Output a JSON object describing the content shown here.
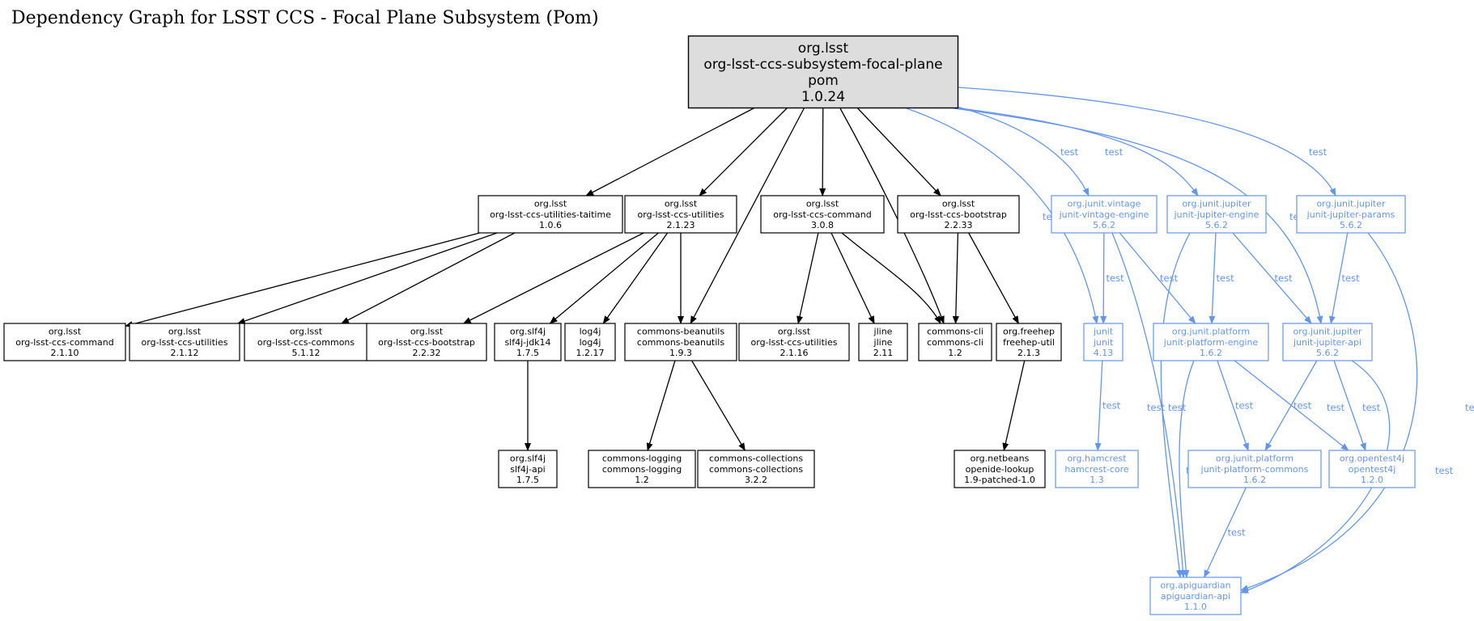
{
  "title": "Dependency Graph for LSST CCS - Focal Plane Subsystem (Pom)",
  "colors": {
    "compile": "#000000",
    "test": "#6495ED",
    "root_fill": "#DDDDDD"
  },
  "root": {
    "id": "root",
    "lines": [
      "org.lsst",
      "org-lsst-ccs-subsystem-focal-plane",
      "pom",
      "1.0.24"
    ]
  },
  "nodes": [
    {
      "id": "taitime",
      "scope": "compile",
      "lines": [
        "org.lsst",
        "org-lsst-ccs-utilities-taitime",
        "1.0.6"
      ]
    },
    {
      "id": "util2123",
      "scope": "compile",
      "lines": [
        "org.lsst",
        "org-lsst-ccs-utilities",
        "2.1.23"
      ]
    },
    {
      "id": "cmd308",
      "scope": "compile",
      "lines": [
        "org.lsst",
        "org-lsst-ccs-command",
        "3.0.8"
      ]
    },
    {
      "id": "boot2233",
      "scope": "compile",
      "lines": [
        "org.lsst",
        "org-lsst-ccs-bootstrap",
        "2.2.33"
      ]
    },
    {
      "id": "vintage",
      "scope": "test",
      "lines": [
        "org.junit.vintage",
        "junit-vintage-engine",
        "5.6.2"
      ]
    },
    {
      "id": "jupeng",
      "scope": "test",
      "lines": [
        "org.junit.jupiter",
        "junit-jupiter-engine",
        "5.6.2"
      ]
    },
    {
      "id": "params",
      "scope": "test",
      "lines": [
        "org.junit.jupiter",
        "junit-jupiter-params",
        "5.6.2"
      ]
    },
    {
      "id": "cmd2110",
      "scope": "compile",
      "lines": [
        "org.lsst",
        "org-lsst-ccs-command",
        "2.1.10"
      ]
    },
    {
      "id": "util2112",
      "scope": "compile",
      "lines": [
        "org.lsst",
        "org-lsst-ccs-utilities",
        "2.1.12"
      ]
    },
    {
      "id": "commons5112",
      "scope": "compile",
      "lines": [
        "org.lsst",
        "org-lsst-ccs-commons",
        "5.1.12"
      ]
    },
    {
      "id": "boot2232",
      "scope": "compile",
      "lines": [
        "org.lsst",
        "org-lsst-ccs-bootstrap",
        "2.2.32"
      ]
    },
    {
      "id": "slf4jjdk",
      "scope": "compile",
      "lines": [
        "org.slf4j",
        "slf4j-jdk14",
        "1.7.5"
      ]
    },
    {
      "id": "log4j",
      "scope": "compile",
      "lines": [
        "log4j",
        "log4j",
        "1.2.17"
      ]
    },
    {
      "id": "beanutils",
      "scope": "compile",
      "lines": [
        "commons-beanutils",
        "commons-beanutils",
        "1.9.3"
      ]
    },
    {
      "id": "util2116",
      "scope": "compile",
      "lines": [
        "org.lsst",
        "org-lsst-ccs-utilities",
        "2.1.16"
      ]
    },
    {
      "id": "jline",
      "scope": "compile",
      "lines": [
        "jline",
        "jline",
        "2.11"
      ]
    },
    {
      "id": "cli",
      "scope": "compile",
      "lines": [
        "commons-cli",
        "commons-cli",
        "1.2"
      ]
    },
    {
      "id": "freehep",
      "scope": "compile",
      "lines": [
        "org.freehep",
        "freehep-util",
        "2.1.3"
      ]
    },
    {
      "id": "junit",
      "scope": "test",
      "lines": [
        "junit",
        "junit",
        "4.13"
      ]
    },
    {
      "id": "platengine",
      "scope": "test",
      "lines": [
        "org.junit.platform",
        "junit-platform-engine",
        "1.6.2"
      ]
    },
    {
      "id": "jupapi",
      "scope": "test",
      "lines": [
        "org.junit.jupiter",
        "junit-jupiter-api",
        "5.6.2"
      ]
    },
    {
      "id": "slf4japi",
      "scope": "compile",
      "lines": [
        "org.slf4j",
        "slf4j-api",
        "1.7.5"
      ]
    },
    {
      "id": "logging",
      "scope": "compile",
      "lines": [
        "commons-logging",
        "commons-logging",
        "1.2"
      ]
    },
    {
      "id": "collections",
      "scope": "compile",
      "lines": [
        "commons-collections",
        "commons-collections",
        "3.2.2"
      ]
    },
    {
      "id": "openide",
      "scope": "compile",
      "lines": [
        "org.netbeans",
        "openide-lookup",
        "1.9-patched-1.0"
      ]
    },
    {
      "id": "hamcrest",
      "scope": "test",
      "lines": [
        "org.hamcrest",
        "hamcrest-core",
        "1.3"
      ]
    },
    {
      "id": "platcommons",
      "scope": "test",
      "lines": [
        "org.junit.platform",
        "junit-platform-commons",
        "1.6.2"
      ]
    },
    {
      "id": "opentest4j",
      "scope": "test",
      "lines": [
        "org.opentest4j",
        "opentest4j",
        "1.2.0"
      ]
    },
    {
      "id": "apiguardian",
      "scope": "test",
      "lines": [
        "org.apiguardian",
        "apiguardian-api",
        "1.1.0"
      ]
    }
  ],
  "edges": [
    {
      "from": "root",
      "to": "taitime",
      "scope": "compile",
      "label": ""
    },
    {
      "from": "root",
      "to": "util2123",
      "scope": "compile",
      "label": ""
    },
    {
      "from": "root",
      "to": "beanutils",
      "scope": "compile",
      "label": ""
    },
    {
      "from": "root",
      "to": "cmd308",
      "scope": "compile",
      "label": ""
    },
    {
      "from": "root",
      "to": "cli",
      "scope": "compile",
      "label": ""
    },
    {
      "from": "root",
      "to": "boot2233",
      "scope": "compile",
      "label": ""
    },
    {
      "from": "root",
      "to": "junit",
      "scope": "test",
      "label": "test"
    },
    {
      "from": "root",
      "to": "vintage",
      "scope": "test",
      "label": "test"
    },
    {
      "from": "root",
      "to": "jupeng",
      "scope": "test",
      "label": "test"
    },
    {
      "from": "root",
      "to": "jupapi",
      "scope": "test",
      "label": "test"
    },
    {
      "from": "root",
      "to": "params",
      "scope": "test",
      "label": "test"
    },
    {
      "from": "taitime",
      "to": "cmd2110",
      "scope": "compile",
      "label": ""
    },
    {
      "from": "taitime",
      "to": "util2112",
      "scope": "compile",
      "label": ""
    },
    {
      "from": "taitime",
      "to": "commons5112",
      "scope": "compile",
      "label": ""
    },
    {
      "from": "util2123",
      "to": "boot2232",
      "scope": "compile",
      "label": ""
    },
    {
      "from": "util2123",
      "to": "slf4jjdk",
      "scope": "compile",
      "label": ""
    },
    {
      "from": "util2123",
      "to": "log4j",
      "scope": "compile",
      "label": ""
    },
    {
      "from": "util2123",
      "to": "beanutils",
      "scope": "compile",
      "label": ""
    },
    {
      "from": "cmd308",
      "to": "util2116",
      "scope": "compile",
      "label": ""
    },
    {
      "from": "cmd308",
      "to": "jline",
      "scope": "compile",
      "label": ""
    },
    {
      "from": "cmd308",
      "to": "cli",
      "scope": "compile",
      "label": ""
    },
    {
      "from": "boot2233",
      "to": "cli",
      "scope": "compile",
      "label": ""
    },
    {
      "from": "boot2233",
      "to": "freehep",
      "scope": "compile",
      "label": ""
    },
    {
      "from": "slf4jjdk",
      "to": "slf4japi",
      "scope": "compile",
      "label": ""
    },
    {
      "from": "beanutils",
      "to": "logging",
      "scope": "compile",
      "label": ""
    },
    {
      "from": "beanutils",
      "to": "collections",
      "scope": "compile",
      "label": ""
    },
    {
      "from": "freehep",
      "to": "openide",
      "scope": "compile",
      "label": ""
    },
    {
      "from": "vintage",
      "to": "junit",
      "scope": "test",
      "label": "test"
    },
    {
      "from": "vintage",
      "to": "platengine",
      "scope": "test",
      "label": "test"
    },
    {
      "from": "vintage",
      "to": "apiguardian",
      "scope": "test",
      "label": "test"
    },
    {
      "from": "jupeng",
      "to": "platengine",
      "scope": "test",
      "label": "test"
    },
    {
      "from": "jupeng",
      "to": "jupapi",
      "scope": "test",
      "label": "test"
    },
    {
      "from": "jupeng",
      "to": "apiguardian",
      "scope": "test",
      "label": "test"
    },
    {
      "from": "params",
      "to": "jupapi",
      "scope": "test",
      "label": "test"
    },
    {
      "from": "params",
      "to": "apiguardian",
      "scope": "test",
      "label": "test"
    },
    {
      "from": "junit",
      "to": "hamcrest",
      "scope": "test",
      "label": "test"
    },
    {
      "from": "platengine",
      "to": "platcommons",
      "scope": "test",
      "label": "test"
    },
    {
      "from": "platengine",
      "to": "opentest4j",
      "scope": "test",
      "label": "test"
    },
    {
      "from": "platengine",
      "to": "apiguardian",
      "scope": "test",
      "label": "test"
    },
    {
      "from": "jupapi",
      "to": "platcommons",
      "scope": "test",
      "label": "test"
    },
    {
      "from": "jupapi",
      "to": "opentest4j",
      "scope": "test",
      "label": "test"
    },
    {
      "from": "jupapi",
      "to": "apiguardian",
      "scope": "test",
      "label": "test"
    },
    {
      "from": "platcommons",
      "to": "apiguardian",
      "scope": "test",
      "label": "test"
    }
  ]
}
